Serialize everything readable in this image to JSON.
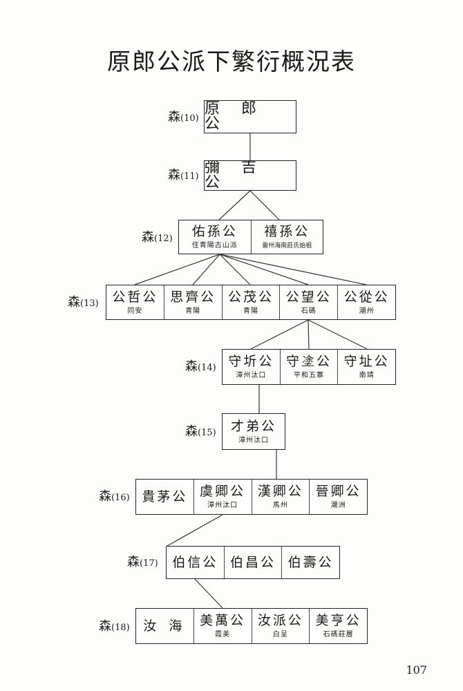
{
  "title": "原郎公派下繁衍概況表",
  "page_number": "107",
  "generations": [
    {
      "prefix": "森",
      "num": "(10)",
      "cells": [
        {
          "name": "原 郎 公",
          "sub": ""
        }
      ]
    },
    {
      "prefix": "森",
      "num": "(11)",
      "cells": [
        {
          "name": "彌 吉 公",
          "sub": ""
        }
      ]
    },
    {
      "prefix": "森",
      "num": "(12)",
      "cells": [
        {
          "name": "佑孫公",
          "sub": "住青陽古山派"
        },
        {
          "name": "禧孫公",
          "sub": "雷州海南莊氏始祖"
        }
      ]
    },
    {
      "prefix": "森",
      "num": "(13)",
      "cells": [
        {
          "name": "公哲公",
          "sub": "同安"
        },
        {
          "name": "思齊公",
          "sub": "青陽"
        },
        {
          "name": "公茂公",
          "sub": "青陽"
        },
        {
          "name": "公望公",
          "sub": "石碼"
        },
        {
          "name": "公從公",
          "sub": "潮州"
        }
      ]
    },
    {
      "prefix": "森",
      "num": "(14)",
      "cells": [
        {
          "name": "守圻公",
          "sub": "漳州汰口"
        },
        {
          "name": "守𡍼公",
          "sub": "平和五寨"
        },
        {
          "name": "守址公",
          "sub": "南靖"
        }
      ]
    },
    {
      "prefix": "森",
      "num": "(15)",
      "cells": [
        {
          "name": "才弟公",
          "sub": "漳州汰口"
        }
      ]
    },
    {
      "prefix": "森",
      "num": "(16)",
      "cells": [
        {
          "name": "貴茅公",
          "sub": ""
        },
        {
          "name": "虞卿公",
          "sub": "漳州汰口"
        },
        {
          "name": "漢卿公",
          "sub": "馬州"
        },
        {
          "name": "晉卿公",
          "sub": "潮洲"
        }
      ]
    },
    {
      "prefix": "森",
      "num": "(17)",
      "cells": [
        {
          "name": "伯信公",
          "sub": ""
        },
        {
          "name": "伯昌公",
          "sub": ""
        },
        {
          "name": "伯壽公",
          "sub": ""
        }
      ]
    },
    {
      "prefix": "森",
      "num": "(18)",
      "cells": [
        {
          "name": "汝 海",
          "sub": ""
        },
        {
          "name": "美萬公",
          "sub": "霞美"
        },
        {
          "name": "汝派公",
          "sub": "白呈"
        },
        {
          "name": "美亨公",
          "sub": "石碼莊層"
        }
      ]
    }
  ]
}
